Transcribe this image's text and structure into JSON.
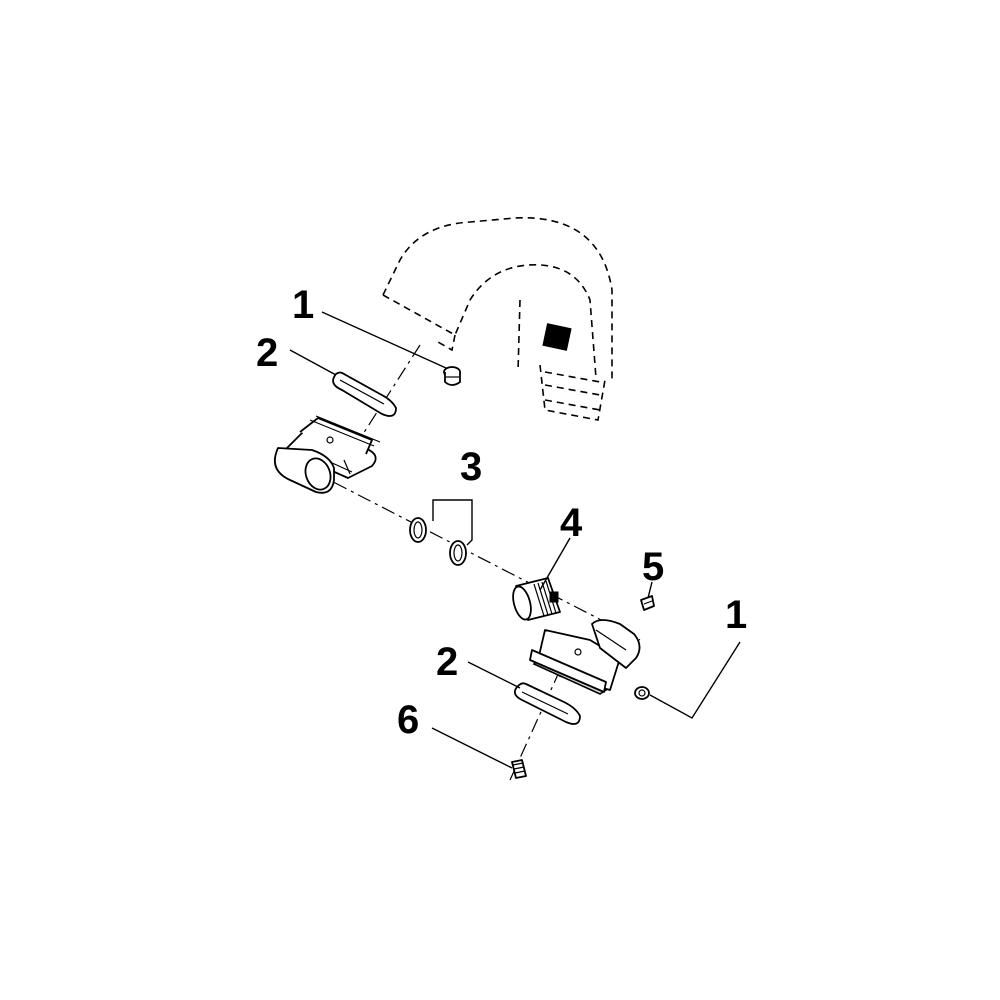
{
  "callouts": {
    "c1_top": "1",
    "c2_top": "2",
    "c3": "3",
    "c4": "4",
    "c5": "5",
    "c1_bottom": "1",
    "c2_bottom": "2",
    "c6": "6"
  }
}
